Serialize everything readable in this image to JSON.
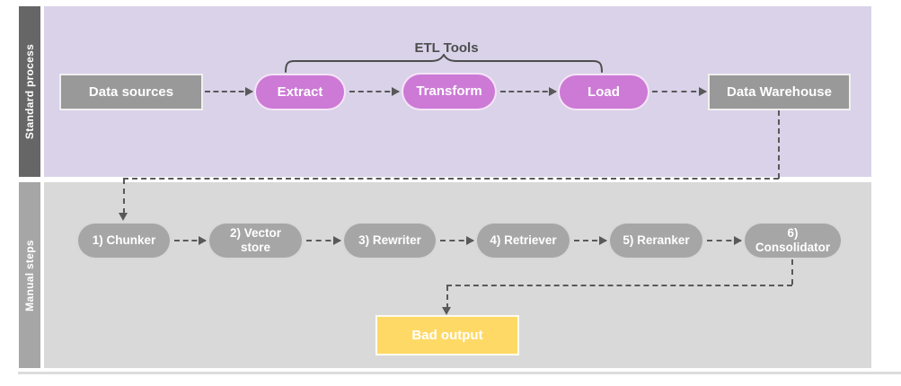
{
  "lanes": [
    {
      "label": "Standard process"
    },
    {
      "label": "Manual steps"
    }
  ],
  "etl_group": {
    "label": "ETL Tools"
  },
  "standard_nodes": [
    {
      "label": "Data sources",
      "shape": "rect"
    },
    {
      "label": "Extract",
      "shape": "pill"
    },
    {
      "label": "Transform",
      "shape": "pill"
    },
    {
      "label": "Load",
      "shape": "pill"
    },
    {
      "label": "Data Warehouse",
      "shape": "rect"
    }
  ],
  "manual_nodes": [
    {
      "label": "1) Chunker"
    },
    {
      "label": "2) Vector store"
    },
    {
      "label": "3) Rewriter"
    },
    {
      "label": "4) Retriever"
    },
    {
      "label": "5) Reranker"
    },
    {
      "label": "6) Consolidator"
    }
  ],
  "output_node": {
    "label": "Bad output"
  },
  "colors": {
    "lane1_label_bg": "#666666",
    "lane1_body_bg": "#d9d2e9",
    "lane2_label_bg": "#a6a6a6",
    "lane2_body_bg": "#d9d9d9",
    "gray_node": "#999999",
    "pink_node": "#cc7ad6",
    "gray_pill": "#a6a6a6",
    "yellow_node": "#ffd966",
    "connector": "#595959",
    "node_text": "#ffffff"
  }
}
